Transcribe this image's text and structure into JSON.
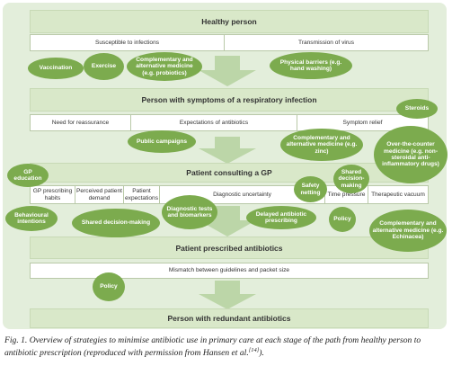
{
  "colors": {
    "panel": "#e3eedb",
    "band": "#d9e8c9",
    "arrow": "#bcd6a8",
    "oval": "#7cab4e"
  },
  "stages": {
    "s1": "Healthy person",
    "s2": "Person with symptoms of a respiratory infection",
    "s3": "Patient consulting a GP",
    "s4": "Patient prescribed antibiotics",
    "s5": "Person with redundant antibiotics"
  },
  "barriers": {
    "r1": [
      "Susceptible to infections",
      "Transmission of virus"
    ],
    "r2": [
      "Need for reassurance",
      "Expectations of antibiotics",
      "Symptom relief"
    ],
    "r3": [
      "GP prescribing habits",
      "Perceived patient demand",
      "Patient expectations",
      "Diagnostic uncertainty",
      "Time pressure",
      "Therapeutic vacuum"
    ],
    "r4": [
      "Mismatch between guidelines and packet size"
    ]
  },
  "strategies": {
    "vaccination": "Vaccination",
    "exercise": "Exercise",
    "cam1": "Complementary and alternative medicine (e.g. probiotics)",
    "physical": "Physical barriers (e.g. hand washing)",
    "steroids": "Steroids",
    "public": "Public campaigns",
    "cam2": "Complementary and alternative medicine (e.g. zinc)",
    "otc": "Over-the-counter medicine (e.g. non-steroidal anti-inflammatory drugs)",
    "gp_edu": "GP education",
    "safety": "Safety netting",
    "shared_small": "Shared decision-making",
    "diag_tests": "Diagnostic tests and biomarkers",
    "delayed": "Delayed antibiotic prescribing",
    "behavioural": "Behavioural intentions",
    "shared_big": "Shared decision-making",
    "policy1": "Policy",
    "cam3": "Complementary and alternative medicine (e.g. Echinacea)",
    "policy2": "Policy"
  },
  "caption": {
    "prefix": "Fig. 1. Overview of strategies to minimise antibiotic use in primary care at each stage of the path from healthy person to antibiotic prescription (reproduced with permission from Hansen et al.",
    "ref": "[14]",
    "suffix": ")."
  }
}
